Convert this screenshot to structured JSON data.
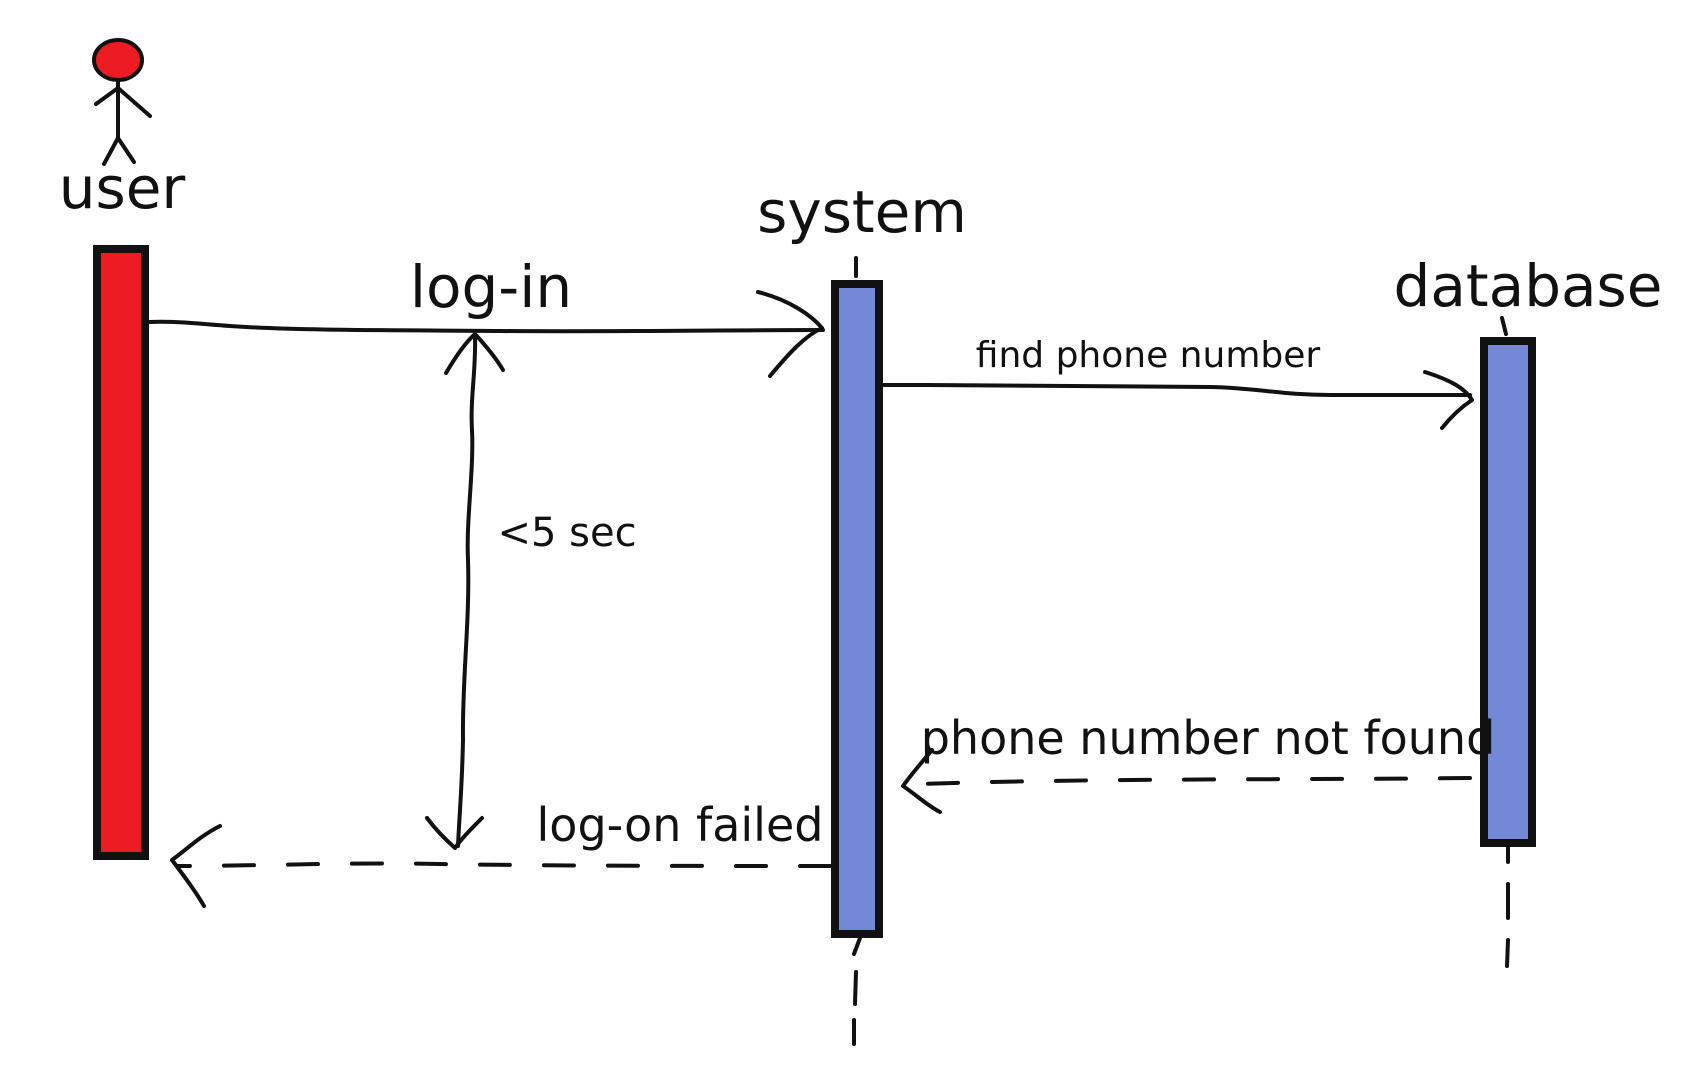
{
  "participants": {
    "user": {
      "label": "user",
      "color": "#ed1c24"
    },
    "system": {
      "label": "system",
      "color": "#7488d8"
    },
    "database": {
      "label": "database",
      "color": "#7488d8"
    }
  },
  "messages": {
    "login": {
      "label": "log-in",
      "kind": "synchronous"
    },
    "find_phone": {
      "label": "find phone number",
      "kind": "synchronous"
    },
    "not_found": {
      "label": "phone number not found",
      "kind": "return"
    },
    "logon_failed": {
      "label": "log-on failed",
      "kind": "return"
    }
  },
  "constraint": {
    "label": "<5 sec"
  }
}
